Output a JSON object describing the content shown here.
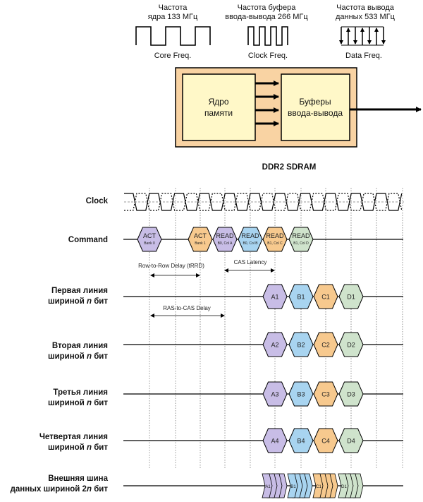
{
  "top": {
    "core": {
      "line1": "Частота",
      "line2": "ядра 133 МГц",
      "caption": "Core Freq."
    },
    "clock": {
      "line1": "Частота  буфера",
      "line2": "ввода-вывода 266 МГц",
      "caption": "Clock Freq."
    },
    "data": {
      "line1": "Частота  вывода",
      "line2": "данных 533 МГц",
      "caption": "Data Freq."
    }
  },
  "block": {
    "core_line1": "Ядро",
    "core_line2": "памяти",
    "buf_line1": "Буферы",
    "buf_line2": "ввода-вывода"
  },
  "title": "DDR2 SDRAM",
  "rows": {
    "clock": "Clock",
    "command": "Command",
    "lane1_a": "Первая линия",
    "lane1_b": "шириной ",
    "lane2_a": "Вторая линия",
    "lane2_b": "шириной ",
    "lane3_a": "Третья линия",
    "lane3_b": "шириной ",
    "lane4_a": "Четвертая линия",
    "lane4_b": "шириной ",
    "ext_a": "Внешняя шина",
    "ext_b": "данных шириной 2",
    "italic_n": "n",
    "bit": " бит"
  },
  "commands": [
    {
      "label": "ACT",
      "sub": "Bank 0",
      "color": "#c8bde6"
    },
    {
      "label": "ACT",
      "sub": "Bank 1",
      "color": "#f7c98e"
    },
    {
      "label": "READ",
      "sub": "B0, Col A",
      "color": "#c8bde6"
    },
    {
      "label": "READ",
      "sub": "B0, Col B",
      "color": "#a8d4f0"
    },
    {
      "label": "READ",
      "sub": "B1, Col C",
      "color": "#f7c98e"
    },
    {
      "label": "READ",
      "sub": "B1, Col D",
      "color": "#cfe3cc"
    }
  ],
  "annotations": {
    "trrd": "Row-to-Row Delay (tRRD)",
    "cas": "CAS Latency",
    "rcd": "RAS-to-CAS Delay"
  },
  "lanes": [
    [
      "A1",
      "B1",
      "C1",
      "D1"
    ],
    [
      "A2",
      "B2",
      "C2",
      "D2"
    ],
    [
      "A3",
      "B3",
      "C3",
      "D3"
    ],
    [
      "A4",
      "B4",
      "C4",
      "D4"
    ]
  ],
  "ext_labels": [
    "A1",
    "B1",
    "C1",
    "D1"
  ],
  "colors": {
    "purple": "#c8bde6",
    "blue": "#a8d4f0",
    "orange": "#f7c98e",
    "green": "#cfe3cc",
    "frame": "#f9d3a3",
    "inner": "#fff8c8"
  }
}
